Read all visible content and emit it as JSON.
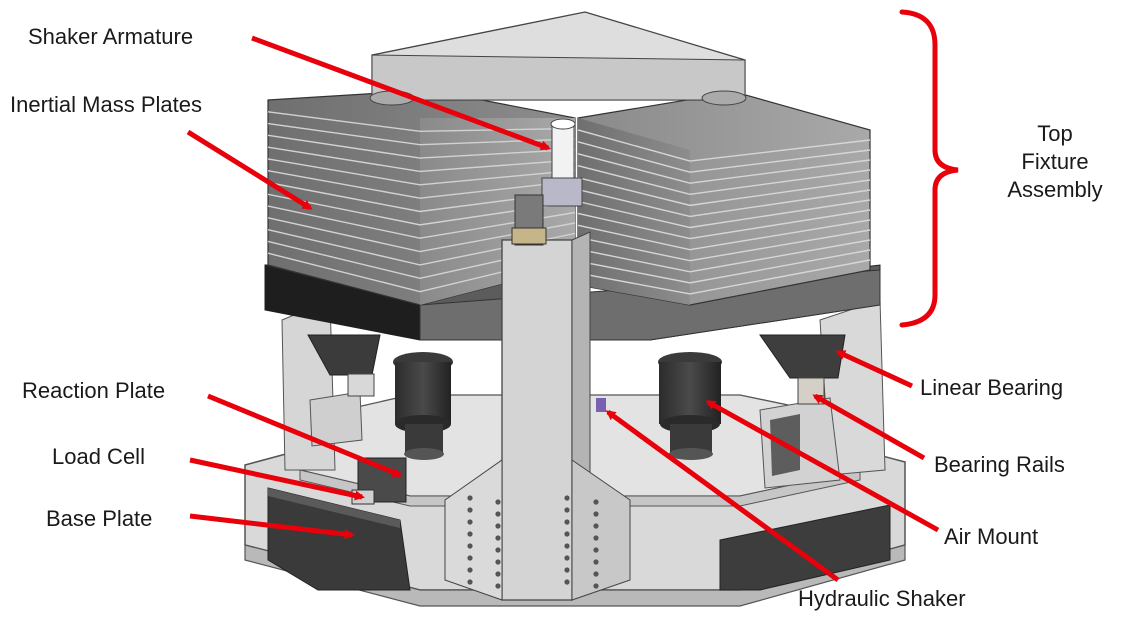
{
  "labels": {
    "shaker_armature": "Shaker Armature",
    "inertial_mass_plates": "Inertial Mass Plates",
    "top_fixture_line1": "Top",
    "top_fixture_line2": "Fixture",
    "top_fixture_line3": "Assembly",
    "reaction_plate": "Reaction Plate",
    "load_cell": "Load Cell",
    "base_plate": "Base Plate",
    "linear_bearing": "Linear Bearing",
    "bearing_rails": "Bearing Rails",
    "air_mount": "Air Mount",
    "hydraulic_shaker": "Hydraulic Shaker"
  },
  "colors": {
    "arrow": "#e8000b",
    "text": "#1a1a1a"
  }
}
